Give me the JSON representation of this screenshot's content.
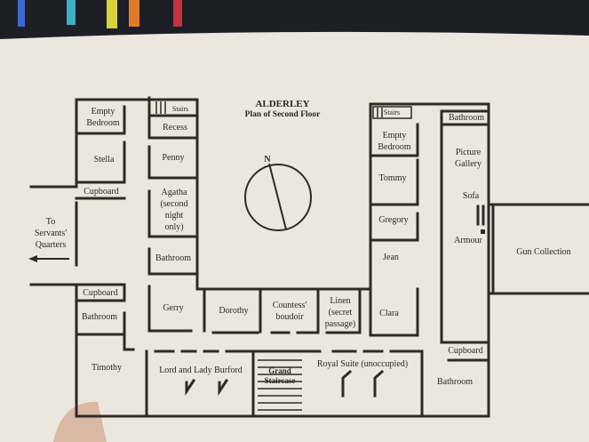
{
  "title": "ALDERLEY",
  "subtitle": "Plan of Second Floor",
  "compass_label": "N",
  "exit_label": [
    "To",
    "Servants'",
    "Quarters"
  ],
  "rooms": {
    "empty_bedroom_left": [
      "Empty",
      "Bedroom"
    ],
    "stairs_left": "Stairs",
    "recess": "Recess",
    "stella": "Stella",
    "penny": "Penny",
    "cupboard_left_upper": "Cupboard",
    "agatha": [
      "Agatha",
      "(second",
      "night",
      "only)"
    ],
    "bathroom_inner_left": "Bathroom",
    "cupboard_left_lower": "Cupboard",
    "bathroom_left": "Bathroom",
    "gerry": "Gerry",
    "dorothy": "Dorothy",
    "countess": [
      "Countess'",
      "boudoir"
    ],
    "linen": [
      "Linen",
      "(secret",
      "passage)"
    ],
    "clara": "Clara",
    "timothy": "Timothy",
    "burford": "Lord and Lady Burford",
    "grand_staircase": [
      "Grand",
      "Staircase"
    ],
    "royal_suite": "Royal Suite (unoccupied)",
    "bathroom_bottom_right": "Bathroom",
    "cupboard_right": "Cupboard",
    "stairs_right": "Stairs",
    "bathroom_top_right": "Bathroom",
    "empty_bedroom_right": [
      "Empty",
      "Bedroom"
    ],
    "tommy": "Tommy",
    "picture_gallery": [
      "Picture",
      "Gallery"
    ],
    "sofa": "Sofa",
    "gregory": "Gregory",
    "armour": "Armour",
    "gun_collection": "Gun Collection",
    "jean": "Jean"
  }
}
